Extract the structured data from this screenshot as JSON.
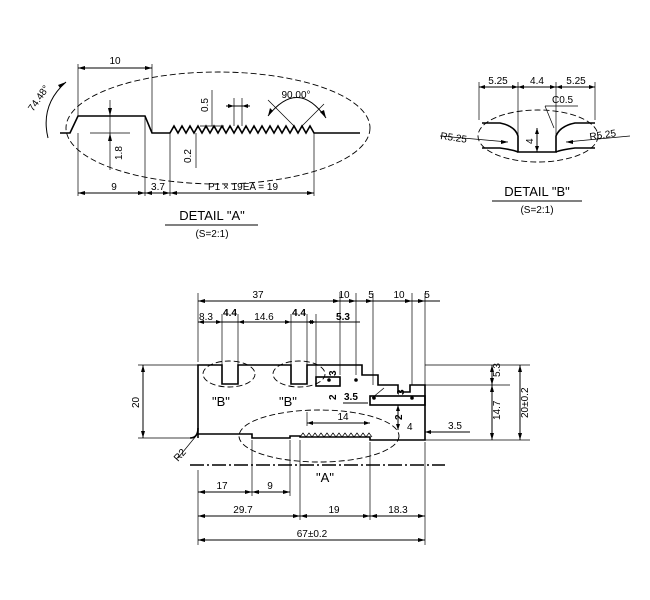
{
  "detail_a": {
    "title": "DETAIL \"A\"",
    "scale": "(S=2:1)",
    "dims": {
      "top_width": "10",
      "angle": "74.48°",
      "teeth_angle": "90.00°",
      "tooth_height": "0.5",
      "tooth_depth": "0.2",
      "slot_depth": "1.8",
      "bottom_left": "9",
      "bottom_mid": "3.7",
      "pitch": "P1 × 19EA = 19"
    }
  },
  "detail_b": {
    "title": "DETAIL \"B\"",
    "scale": "(S=2:1)",
    "dims": {
      "left": "5.25",
      "mid": "4.4",
      "right": "5.25",
      "chamfer": "C0.5",
      "depth": "4",
      "radius_left": "R5.25",
      "radius_right": "R5.25"
    }
  },
  "main_view": {
    "top_dims": {
      "d37": "37",
      "d10a": "10",
      "d5a": "5",
      "d10b": "10",
      "d5b": "5",
      "d83": "8.3",
      "d44a": "4.4",
      "d146": "14.6",
      "d44b": "4.4",
      "d53": "5.3"
    },
    "inner_dims": {
      "d3a": "3",
      "d2a": "2",
      "d35a": "3.5",
      "d14": "14",
      "d3b": "3",
      "d2b": "2",
      "d4": "4",
      "d35b": "3.5"
    },
    "side_dims": {
      "height": "20",
      "right_53": "5.3",
      "right_147": "14.7",
      "right_total": "20±0.2",
      "radius": "R2"
    },
    "bottom_dims": {
      "d17": "17",
      "d9": "9",
      "d297": "29.7",
      "d19": "19",
      "d183": "18.3",
      "total": "67±0.2"
    },
    "labels": {
      "b_left": "\"B\"",
      "b_right": "\"B\"",
      "a": "\"A\""
    }
  }
}
